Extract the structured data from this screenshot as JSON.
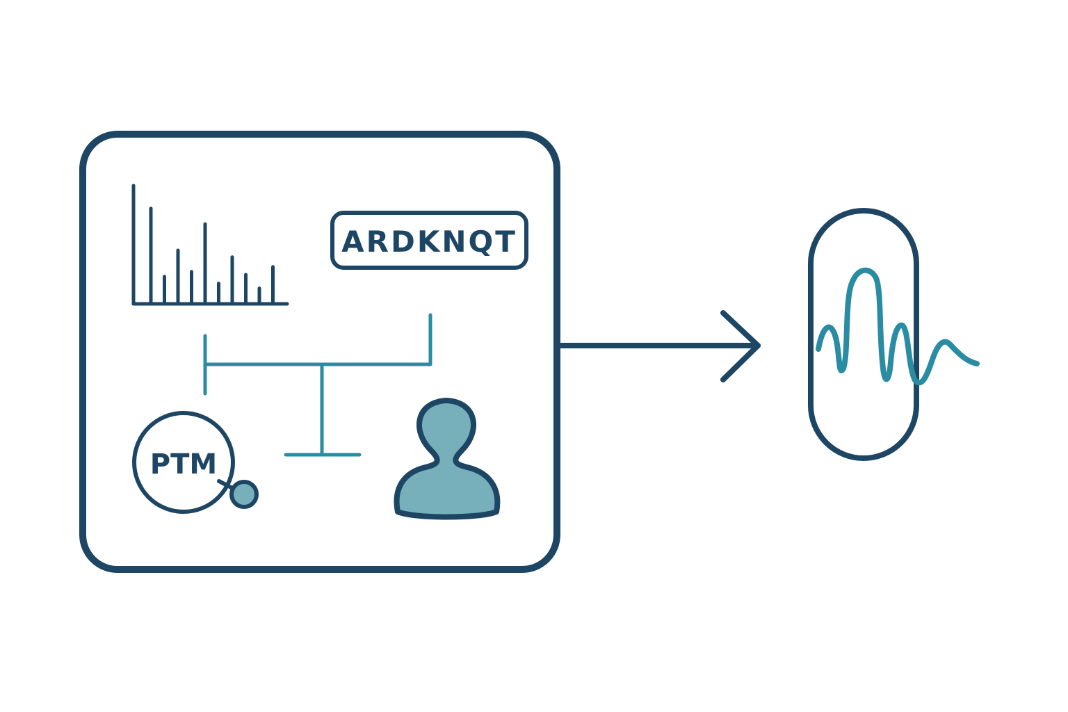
{
  "colors": {
    "navy": "#1d4564",
    "teal": "#2a8ca2",
    "person_fill": "#77afbb",
    "node_fill": "#77afbb",
    "background": "#ffffff"
  },
  "panel": {
    "sequence_label": "ARDKNQT",
    "ptm_label": "PTM",
    "spectrum_peaks": [
      0.98,
      0.28,
      0.55,
      0.33,
      0.82,
      0.21,
      0.48,
      0.3,
      0.16,
      0.38
    ],
    "icons": {
      "spectrum": "spectrum-icon",
      "sequence": "sequence-tag-icon",
      "ptm": "ptm-magnifier-icon",
      "person": "person-icon",
      "connector": "tree-connector-icon"
    }
  },
  "output": {
    "icons": {
      "arrow": "arrow-right-icon",
      "capsule": "capsule-icon",
      "signal": "signal-wave-icon"
    }
  }
}
